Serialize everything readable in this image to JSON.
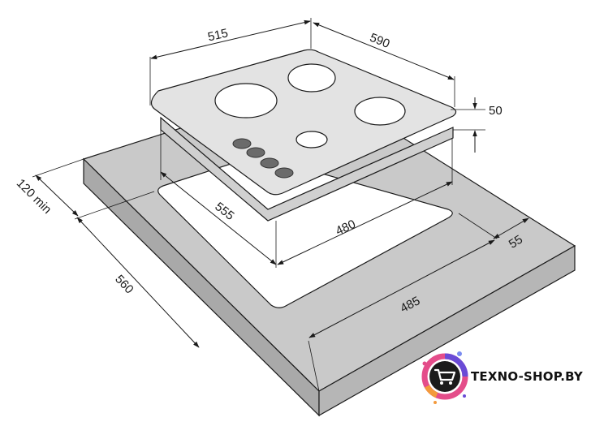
{
  "diagram": {
    "dimensions": {
      "hob_width": "515",
      "hob_depth": "590",
      "hob_height": "50",
      "cutout_depth": "555",
      "cutout_width": "480",
      "rear_offset": "55",
      "worktop_width": "485",
      "worktop_depth": "560",
      "min_clearance": "120 min"
    }
  },
  "logo": {
    "text": "TEXNO-SHOP.BY",
    "icon": "shopping-cart-icon",
    "colors": {
      "ring": "#e44d8a",
      "ring_alt": "#6a4bd6",
      "badge": "#1b1b1b"
    }
  },
  "colors": {
    "worktop": "#c9c9c9",
    "worktop_side": "#a9a9a9",
    "hob": "#e3e3e3",
    "burner": "#ffffff",
    "knob": "#6b6b6b"
  }
}
